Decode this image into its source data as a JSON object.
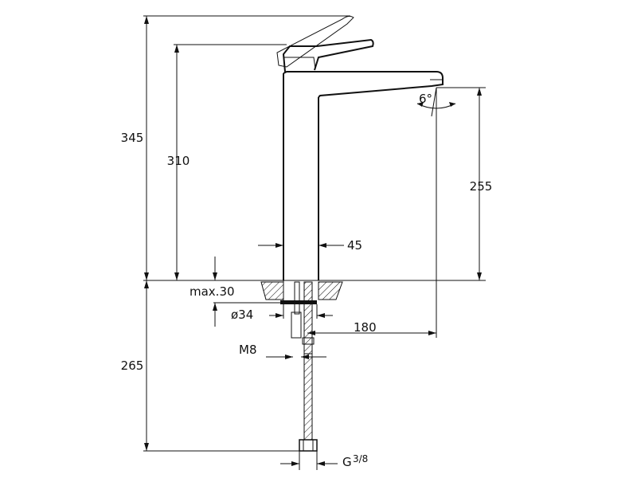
{
  "dimensions": {
    "total_height": "345",
    "lever_height": "310",
    "spout_clearance": "255",
    "body_width": "45",
    "max_deck_thickness": "max.30",
    "hole_diameter": "ø34",
    "spout_reach": "180",
    "stud_thread": "M8",
    "below_deck_length": "265",
    "connector_thread_main": "G",
    "connector_thread_fraction": "3/8",
    "spout_angle": "6°"
  },
  "colors": {
    "line": "#111111",
    "hatch": "#111111",
    "background": "#ffffff"
  }
}
